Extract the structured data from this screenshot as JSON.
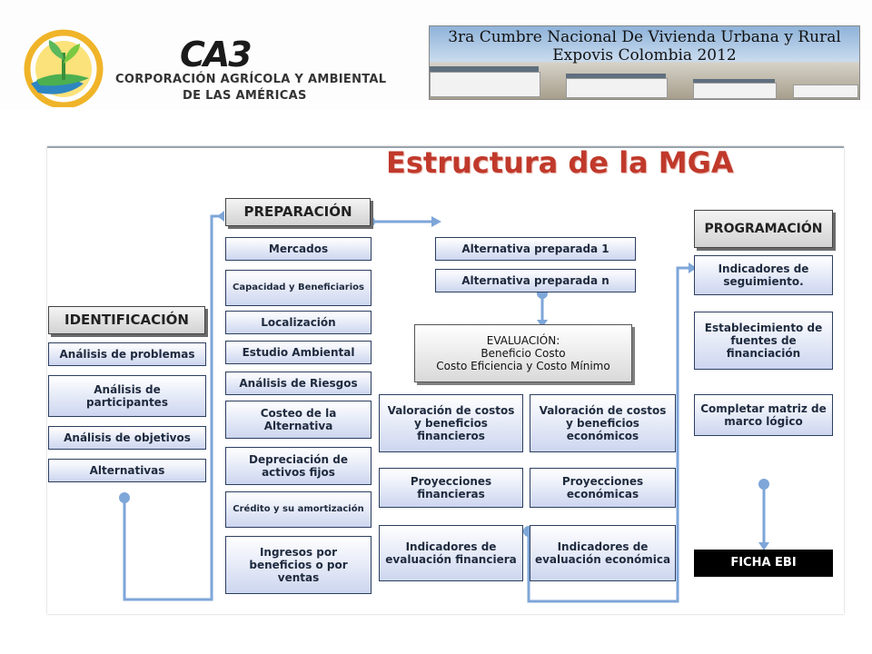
{
  "header": {
    "logo_abbrev": "CA3",
    "logo_line1": "CORPORACIÓN AGRÍCOLA Y AMBIENTAL",
    "logo_line2": "DE LAS AMÉRICAS",
    "banner_line1": "3ra Cumbre Nacional De Vivienda Urbana y Rural",
    "banner_line2": "Expovis Colombia 2012"
  },
  "slide": {
    "title": "Estructura de la MGA",
    "identificacion": {
      "header": "IDENTIFICACIÓN",
      "items": [
        "Análisis de problemas",
        "Análisis de participantes",
        "Análisis de objetivos",
        "Alternativas"
      ]
    },
    "preparacion": {
      "header": "PREPARACIÓN",
      "items": [
        "Mercados",
        "Capacidad y Beneficiarios",
        "Localización",
        "Estudio Ambiental",
        "Análisis de Riesgos",
        "Costeo de la Alternativa",
        "Depreciación de activos fijos",
        "Crédito y su amortización",
        "Ingresos por beneficios o por ventas"
      ]
    },
    "alternativas": [
      "Alternativa preparada 1",
      "Alternativa preparada n"
    ],
    "evaluacion": {
      "line1": "EVALUACIÓN:",
      "line2": "Beneficio Costo",
      "line3": "Costo Eficiencia y Costo  Mínimo"
    },
    "financiero": [
      "Valoración de costos y beneficios financieros",
      "Proyecciones financieras",
      "Indicadores de evaluación financiera"
    ],
    "economico": [
      "Valoración de costos y beneficios económicos",
      "Proyecciones económicas",
      "Indicadores de evaluación económica"
    ],
    "programacion": {
      "header": "PROGRAMACIÓN",
      "items": [
        "Indicadores de seguimiento.",
        "Establecimiento de fuentes de financiación",
        "Completar matriz de marco lógico"
      ]
    },
    "ficha": "FICHA EBI"
  }
}
